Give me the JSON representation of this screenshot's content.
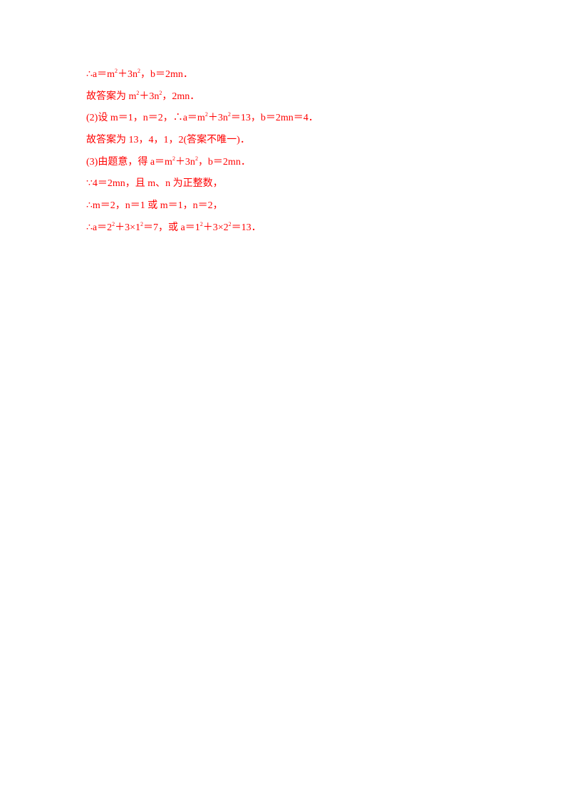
{
  "colors": {
    "text": "#ff0000",
    "background": "#ffffff"
  },
  "lines": [
    {
      "parts": [
        {
          "t": "∴a＝m"
        },
        {
          "s": "2"
        },
        {
          "t": "＋3n"
        },
        {
          "s": "2"
        },
        {
          "t": "，b＝2mn．"
        }
      ]
    },
    {
      "parts": [
        {
          "t": "故答案为 m"
        },
        {
          "s": "2"
        },
        {
          "t": "＋3n"
        },
        {
          "s": "2"
        },
        {
          "t": "，2mn．"
        }
      ]
    },
    {
      "parts": [
        {
          "t": "(2)设 m＝1，n＝2，∴a＝m"
        },
        {
          "s": "2"
        },
        {
          "t": "＋3n"
        },
        {
          "s": "2"
        },
        {
          "t": "＝13，b＝2mn＝4．"
        }
      ]
    },
    {
      "parts": [
        {
          "t": "故答案为 13，4，1，2(答案不唯一)．"
        }
      ]
    },
    {
      "parts": [
        {
          "t": "(3)由题意，得 a＝m"
        },
        {
          "s": "2"
        },
        {
          "t": "＋3n"
        },
        {
          "s": "2"
        },
        {
          "t": "，b＝2mn．"
        }
      ]
    },
    {
      "parts": [
        {
          "t": "∵4＝2mn，且 m、n 为正整数，"
        }
      ]
    },
    {
      "parts": [
        {
          "t": "∴m＝2，n＝1 或 m＝1，n＝2，"
        }
      ]
    },
    {
      "parts": [
        {
          "t": "∴a＝2"
        },
        {
          "s": "2"
        },
        {
          "t": "＋3×1"
        },
        {
          "s": "2"
        },
        {
          "t": "＝7，或 a＝1"
        },
        {
          "s": "2"
        },
        {
          "t": "＋3×2"
        },
        {
          "s": "2"
        },
        {
          "t": "＝13．"
        }
      ]
    }
  ]
}
